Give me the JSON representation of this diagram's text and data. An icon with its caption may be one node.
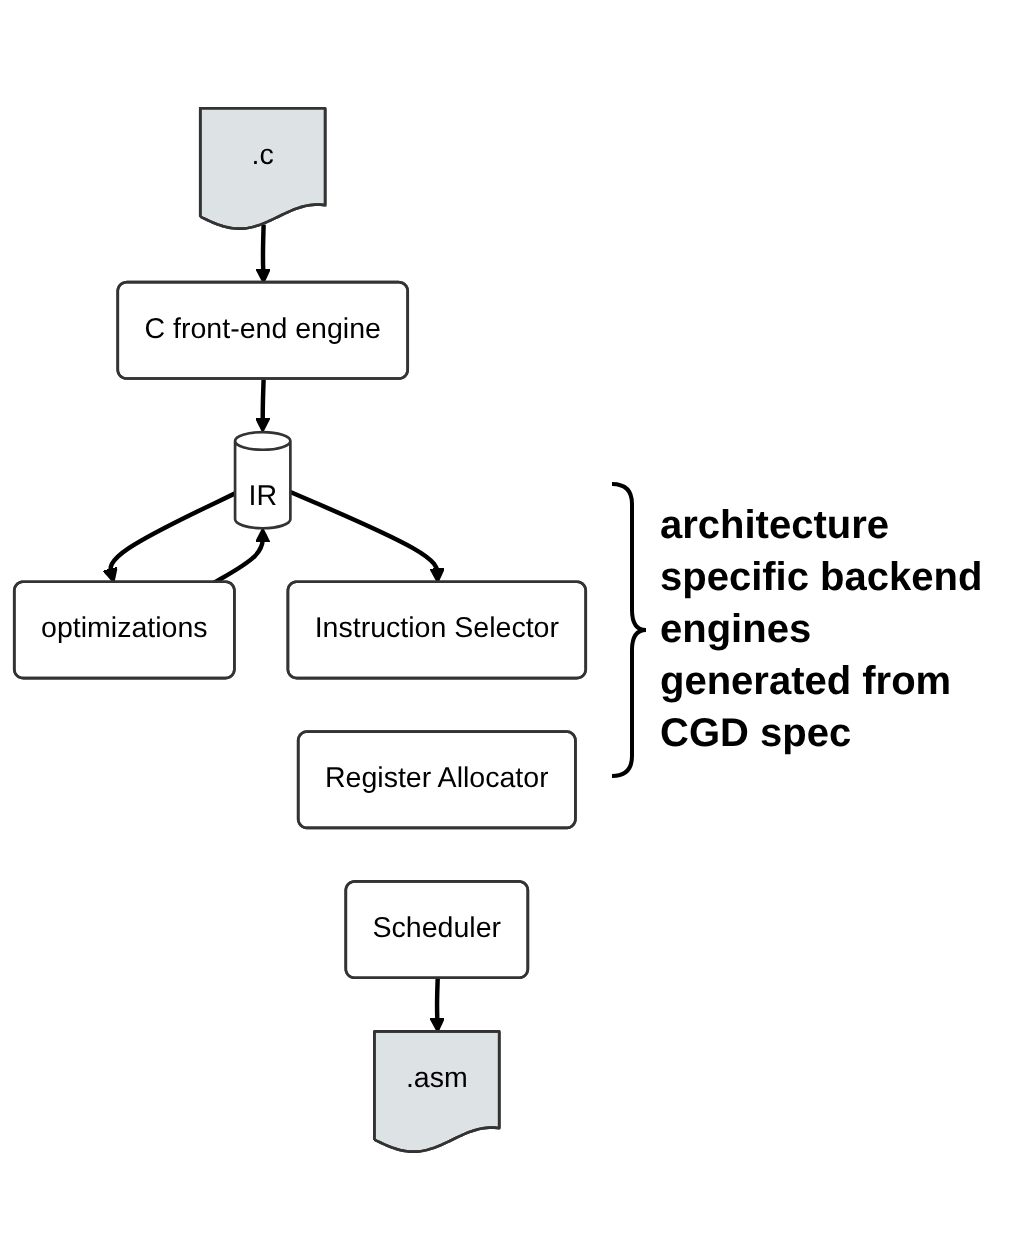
{
  "diagram": {
    "nodes": [
      {
        "text": [
          ".c"
        ]
      },
      {
        "text": [
          "C front-end engine"
        ]
      },
      {
        "text": [
          "IR"
        ]
      },
      {
        "text": [
          "optimizations"
        ]
      },
      {
        "text": [
          "Instruction Selector"
        ]
      },
      {
        "text": [
          "Register Allocator"
        ]
      },
      {
        "text": [
          "Scheduler"
        ]
      },
      {
        "text": [
          ".asm"
        ]
      }
    ],
    "edges": [
      {
        "from": 0,
        "to": 1,
        "arrow": "to"
      },
      {
        "from": 1,
        "to": 2,
        "arrow": "to"
      },
      {
        "from": 2,
        "to": 3,
        "arrow": "to"
      },
      {
        "from": 3,
        "to": 2,
        "arrow": "to"
      },
      {
        "from": 2,
        "to": 4,
        "arrow": "to"
      },
      {
        "from": 6,
        "to": 7,
        "arrow": "to"
      }
    ],
    "labels": [
      "architecture specific backend engines generated from CGD spec"
    ]
  }
}
